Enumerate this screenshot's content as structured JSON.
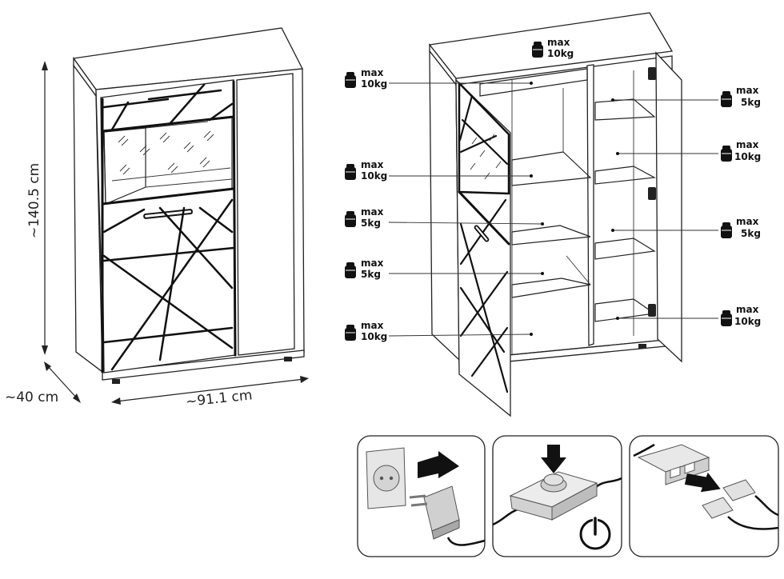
{
  "dimensions": {
    "height": "~140.5 cm",
    "depth": "~40 cm",
    "width": "~91.1 cm"
  },
  "load_labels": {
    "top": {
      "line1": "max",
      "line2": "10kg"
    },
    "left": [
      {
        "line1": "max",
        "line2": "10kg"
      },
      {
        "line1": "max",
        "line2": "10kg"
      },
      {
        "line1": "max",
        "line2": "5kg"
      },
      {
        "line1": "max",
        "line2": "5kg"
      },
      {
        "line1": "max",
        "line2": "10kg"
      }
    ],
    "right": [
      {
        "line1": "max",
        "line2": "5kg"
      },
      {
        "line1": "max",
        "line2": "10kg"
      },
      {
        "line1": "max",
        "line2": "5kg"
      },
      {
        "line1": "max",
        "line2": "10kg"
      }
    ]
  },
  "steps": [
    {
      "icon": "plug-into-socket-icon"
    },
    {
      "icon": "press-button-power-icon"
    },
    {
      "icon": "connect-led-cable-icon"
    }
  ]
}
